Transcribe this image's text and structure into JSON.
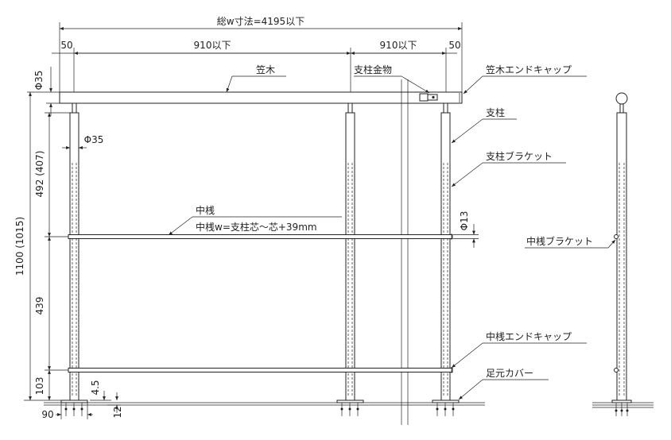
{
  "dimensions": {
    "total_width": "総w寸法=4195以下",
    "end_left": "50",
    "span_1": "910以下",
    "span_2": "910以下",
    "end_right": "50",
    "top_rail_dia": "Φ35",
    "post_dia": "Φ35",
    "mid_rail_dia": "Φ13",
    "total_height": "1100 (1015)",
    "upper_gap": "492 (407)",
    "middle_gap": "439",
    "bottom_gap": "103",
    "foot_offset": "4.5",
    "ground_gap": "12",
    "base_width": "90"
  },
  "labels": {
    "top_rail": "笠木",
    "post_fitting": "支柱金物",
    "top_rail_end_cap": "笠木エンドキャップ",
    "post": "支柱",
    "post_bracket": "支柱ブラケット",
    "mid_rail": "中桟",
    "mid_rail_formula": "中桟w=支柱芯～芯+39mm",
    "mid_rail_bracket": "中桟ブラケット",
    "mid_rail_end_cap": "中桟エンドキャップ",
    "foot_cover": "足元カバー"
  }
}
